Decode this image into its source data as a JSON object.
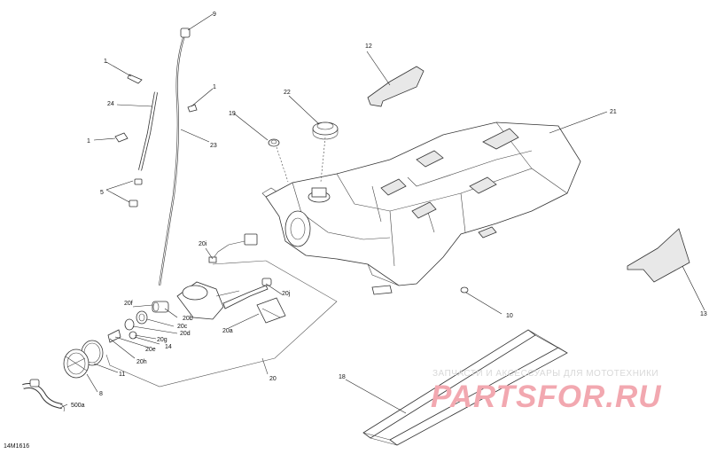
{
  "diagram": {
    "code": "14M1616",
    "callouts": [
      "1",
      "1",
      "1",
      "5",
      "8",
      "9",
      "10",
      "11",
      "12",
      "13",
      "14",
      "18",
      "19",
      "20",
      "20a",
      "20b",
      "20c",
      "20d",
      "20e",
      "20f",
      "20g",
      "20h",
      "20i",
      "20j",
      "21",
      "22",
      "23",
      "24",
      "500a"
    ]
  },
  "watermark": {
    "tagline": "ЗАПЧАСТИ И АКСЕССУАРЫ ДЛЯ МОТОТЕХНИКИ",
    "logo": "PARTSFOR.RU"
  }
}
